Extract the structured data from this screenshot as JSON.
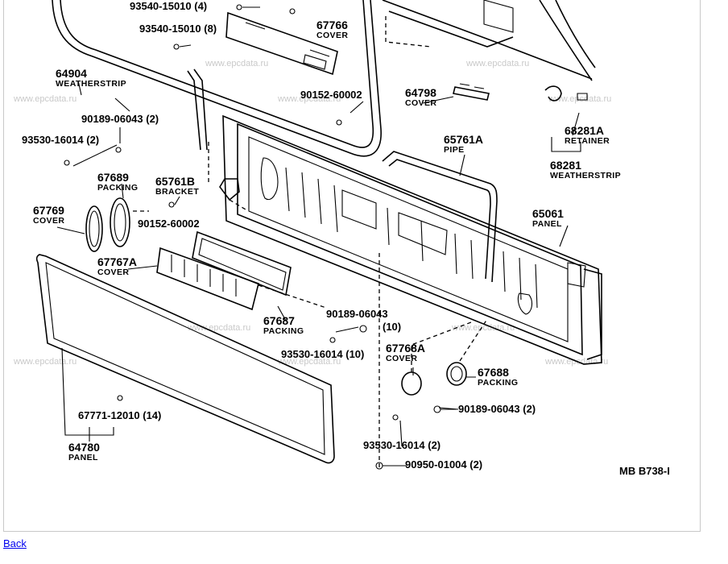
{
  "diagram": {
    "watermark": "www.epcdata.ru",
    "parts": [
      {
        "number": "93540-15010 (4)"
      },
      {
        "number": "93540-15010 (8)"
      },
      {
        "number": "67766",
        "name": "COVER"
      },
      {
        "number": "64904",
        "name": "WEATHERSTRIP"
      },
      {
        "number": "90152-60002"
      },
      {
        "number": "64798",
        "name": "COVER"
      },
      {
        "number": "90189-06043 (2)"
      },
      {
        "number": "93530-16014 (2)"
      },
      {
        "number": "68281A",
        "name": "RETAINER"
      },
      {
        "number": "65761A",
        "name": "PIPE"
      },
      {
        "number": "68281",
        "name": "WEATHERSTRIP"
      },
      {
        "number": "67689",
        "name": "PACKING"
      },
      {
        "number": "65761B",
        "name": "BRACKET"
      },
      {
        "number": "67769",
        "name": "COVER"
      },
      {
        "number": "90152-60002"
      },
      {
        "number": "65061",
        "name": "PANEL"
      },
      {
        "number": "67767A",
        "name": "COVER"
      },
      {
        "number": "67687",
        "name": "PACKING"
      },
      {
        "number": "90189-06043",
        "qty": "(10)"
      },
      {
        "number": "93530-16014 (10)"
      },
      {
        "number": "67768A",
        "name": "COVER"
      },
      {
        "number": "67688",
        "name": "PACKING"
      },
      {
        "number": "90189-06043 (2)"
      },
      {
        "number": "67771-12010 (14)"
      },
      {
        "number": "64780",
        "name": "PANEL"
      },
      {
        "number": "93530-16014 (2)"
      },
      {
        "number": "90950-01004 (2)"
      }
    ],
    "drawing_code": "MB  B738-I"
  },
  "nav": {
    "back_label": "Back"
  }
}
